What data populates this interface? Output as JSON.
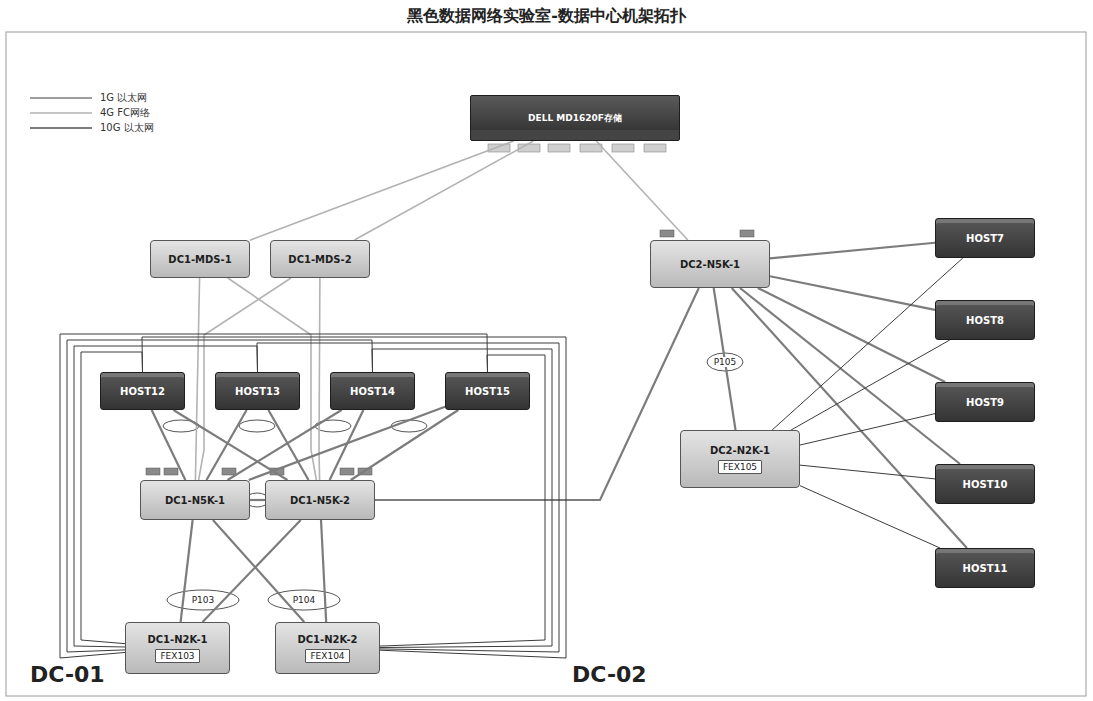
{
  "diagram": {
    "title": "黑色数据网络实验室-数据中心机架拓扑",
    "nodes": [
      {
        "text": [
          "DELL MD1620F存储"
        ]
      },
      {
        "text": [
          "DC1-MDS-1"
        ]
      },
      {
        "text": [
          "DC1-MDS-2"
        ]
      },
      {
        "text": [
          "DC2-N5K-1"
        ]
      },
      {
        "text": [
          "HOST7"
        ]
      },
      {
        "text": [
          "HOST8"
        ]
      },
      {
        "text": [
          "HOST12"
        ]
      },
      {
        "text": [
          "HOST13"
        ]
      },
      {
        "text": [
          "HOST14"
        ]
      },
      {
        "text": [
          "HOST15"
        ]
      },
      {
        "text": [
          "HOST9"
        ]
      },
      {
        "text": [
          "DC2-N2K-1"
        ]
      },
      {
        "text": [
          "FEX105"
        ],
        "in": 11
      },
      {
        "text": [
          "HOST10"
        ]
      },
      {
        "text": [
          "DC1-N5K-1"
        ]
      },
      {
        "text": [
          "DC1-N5K-2"
        ]
      },
      {
        "text": [
          "HOST11"
        ]
      },
      {
        "text": [
          "DC1-N2K-1"
        ]
      },
      {
        "text": [
          "FEX103"
        ],
        "in": 17
      },
      {
        "text": [
          "DC1-N2K-2"
        ]
      },
      {
        "text": [
          "FEX104"
        ],
        "in": 19
      }
    ],
    "edges": [
      {
        "from": 0,
        "to": 1,
        "arrow": "none"
      },
      {
        "from": 0,
        "to": 2,
        "arrow": "none"
      },
      {
        "from": 0,
        "to": 3,
        "arrow": "none"
      },
      {
        "from": 1,
        "to": 14,
        "arrow": "none"
      },
      {
        "from": 1,
        "to": 15,
        "arrow": "none"
      },
      {
        "from": 2,
        "to": 14,
        "arrow": "none"
      },
      {
        "from": 2,
        "to": 15,
        "arrow": "none"
      },
      {
        "from": 3,
        "to": 4,
        "arrow": "none"
      },
      {
        "from": 3,
        "to": 5,
        "arrow": "none"
      },
      {
        "from": 3,
        "to": 10,
        "arrow": "none"
      },
      {
        "from": 3,
        "to": 13,
        "arrow": "none"
      },
      {
        "from": 3,
        "to": 16,
        "arrow": "none"
      },
      {
        "from": 3,
        "to": 11,
        "arrow": "none"
      },
      {
        "from": 11,
        "to": 4,
        "arrow": "none"
      },
      {
        "from": 11,
        "to": 5,
        "arrow": "none"
      },
      {
        "from": 11,
        "to": 10,
        "arrow": "none"
      },
      {
        "from": 11,
        "to": 13,
        "arrow": "none"
      },
      {
        "from": 11,
        "to": 16,
        "arrow": "none"
      },
      {
        "from": 15,
        "to": 3,
        "arrow": "none"
      },
      {
        "from": 6,
        "to": 14,
        "arrow": "none"
      },
      {
        "from": 6,
        "to": 15,
        "arrow": "none"
      },
      {
        "from": 7,
        "to": 14,
        "arrow": "none"
      },
      {
        "from": 7,
        "to": 15,
        "arrow": "none"
      },
      {
        "from": 8,
        "to": 14,
        "arrow": "none"
      },
      {
        "from": 8,
        "to": 15,
        "arrow": "none"
      },
      {
        "from": 9,
        "to": 14,
        "arrow": "none"
      },
      {
        "from": 9,
        "to": 15,
        "arrow": "none"
      },
      {
        "from": 14,
        "to": 15,
        "arrow": "none"
      },
      {
        "from": 14,
        "to": 17,
        "arrow": "none"
      },
      {
        "from": 14,
        "to": 19,
        "arrow": "none"
      },
      {
        "from": 15,
        "to": 17,
        "arrow": "none"
      },
      {
        "from": 15,
        "to": 19,
        "arrow": "none"
      },
      {
        "from": 17,
        "to": 6,
        "arrow": "none"
      },
      {
        "from": 17,
        "to": 7,
        "arrow": "none"
      },
      {
        "from": 17,
        "to": 8,
        "arrow": "none"
      },
      {
        "from": 17,
        "to": 9,
        "arrow": "none"
      },
      {
        "from": 19,
        "to": 6,
        "arrow": "none"
      },
      {
        "from": 19,
        "to": 7,
        "arrow": "none"
      },
      {
        "from": 19,
        "to": 8,
        "arrow": "none"
      },
      {
        "from": 19,
        "to": 9,
        "arrow": "none"
      }
    ],
    "labels": [
      "P105",
      "P103",
      "P104",
      "DC-01",
      "DC-02"
    ],
    "legend": [
      {
        "text": "1G 以太网"
      },
      {
        "text": "4G FC网络"
      },
      {
        "text": "10G 以太网"
      }
    ]
  }
}
